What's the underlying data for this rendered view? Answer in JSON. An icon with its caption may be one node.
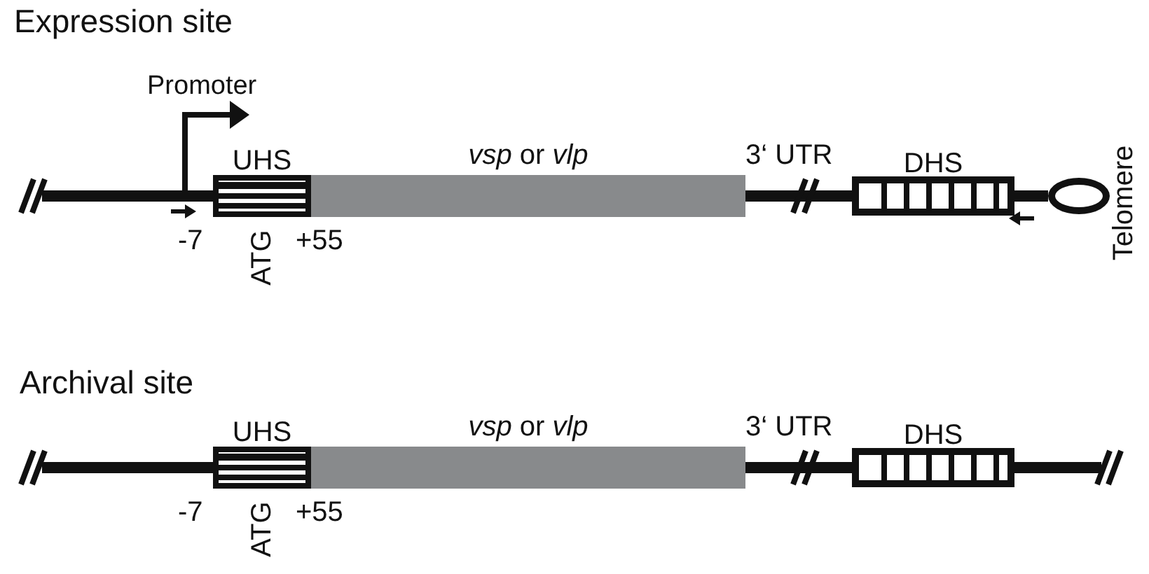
{
  "diagram": {
    "nodes": [
      {
        "text": [
          "UHS"
        ]
      },
      {
        "text": [
          "*vsp* or *vlp*"
        ]
      },
      {
        "text": [
          "DHS"
        ]
      },
      {
        "text": [],
        "shape": "circle",
        "beside": [
          "Telomere"
        ]
      },
      {
        "text": [
          "UHS"
        ]
      },
      {
        "text": [
          "*vsp* or *vlp*"
        ]
      },
      {
        "text": [
          "DHS"
        ]
      }
    ],
    "edges": [
      {
        "from": null,
        "to": 0,
        "arrow": "none"
      },
      {
        "from": 1,
        "to": 2,
        "arrow": "none"
      },
      {
        "from": 2,
        "to": 3,
        "arrow": "none"
      },
      {
        "from": null,
        "to": 4,
        "arrow": "none"
      },
      {
        "from": 5,
        "to": 6,
        "arrow": "none"
      },
      {
        "from": 6,
        "to": null,
        "arrow": "none"
      }
    ],
    "labels": [
      "Expression site",
      "Promoter",
      "-7",
      "ATG",
      "+55",
      "3‘ UTR",
      "Archival site",
      "-7",
      "ATG",
      "+55",
      "3‘ UTR"
    ]
  }
}
